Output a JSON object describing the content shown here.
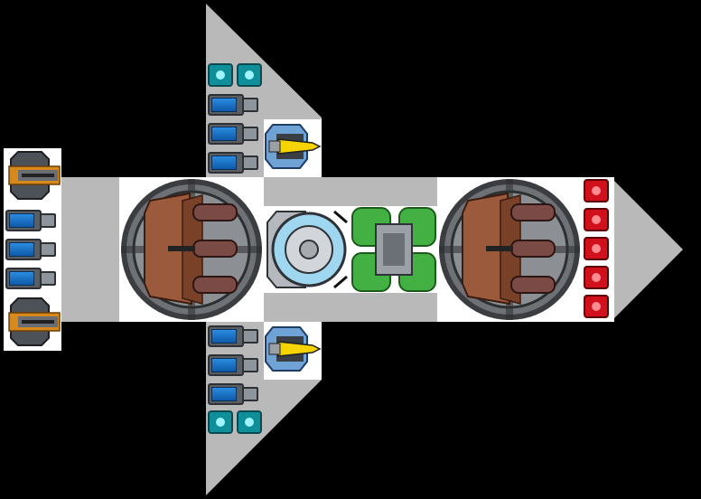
{
  "scene": {
    "background_color": "#000000",
    "hull_color": "#b9b9b9",
    "floor_color": "#ffffff",
    "accent_colors": {
      "shield_pip": "#1fb8c8",
      "drone_pip": "#d0101a",
      "battery_cell": "#1e78d4",
      "weapon_yellow": "#f5d400",
      "weapon_orange": "#d7891c",
      "engine_green": "#43b043",
      "reactor_blue": "#9fd6f0",
      "cargo_brown": "#9b5a3c"
    }
  },
  "ship": {
    "modules": [
      {
        "name": "top-shield-pips",
        "icon": "shield-pip-icon",
        "count": 2
      },
      {
        "name": "top-battery-stack",
        "icon": "battery-icon",
        "count": 3
      },
      {
        "name": "top-missile-launcher",
        "icon": "missile-launcher-icon"
      },
      {
        "name": "left-cannon-top",
        "icon": "cannon-icon"
      },
      {
        "name": "left-battery-stack",
        "icon": "battery-icon",
        "count": 3
      },
      {
        "name": "left-cannon-bottom",
        "icon": "cannon-icon"
      },
      {
        "name": "left-cargo-pod",
        "icon": "cargo-pod-icon"
      },
      {
        "name": "reactor-core",
        "icon": "reactor-icon"
      },
      {
        "name": "engine-block",
        "icon": "engine-icon"
      },
      {
        "name": "right-cargo-pod",
        "icon": "cargo-pod-icon"
      },
      {
        "name": "drone-bay",
        "icon": "drone-pip-icon",
        "count": 5
      },
      {
        "name": "bottom-battery-stack",
        "icon": "battery-icon",
        "count": 3
      },
      {
        "name": "bottom-missile-launcher",
        "icon": "missile-launcher-icon"
      },
      {
        "name": "bottom-shield-pips",
        "icon": "shield-pip-icon",
        "count": 2
      }
    ]
  }
}
